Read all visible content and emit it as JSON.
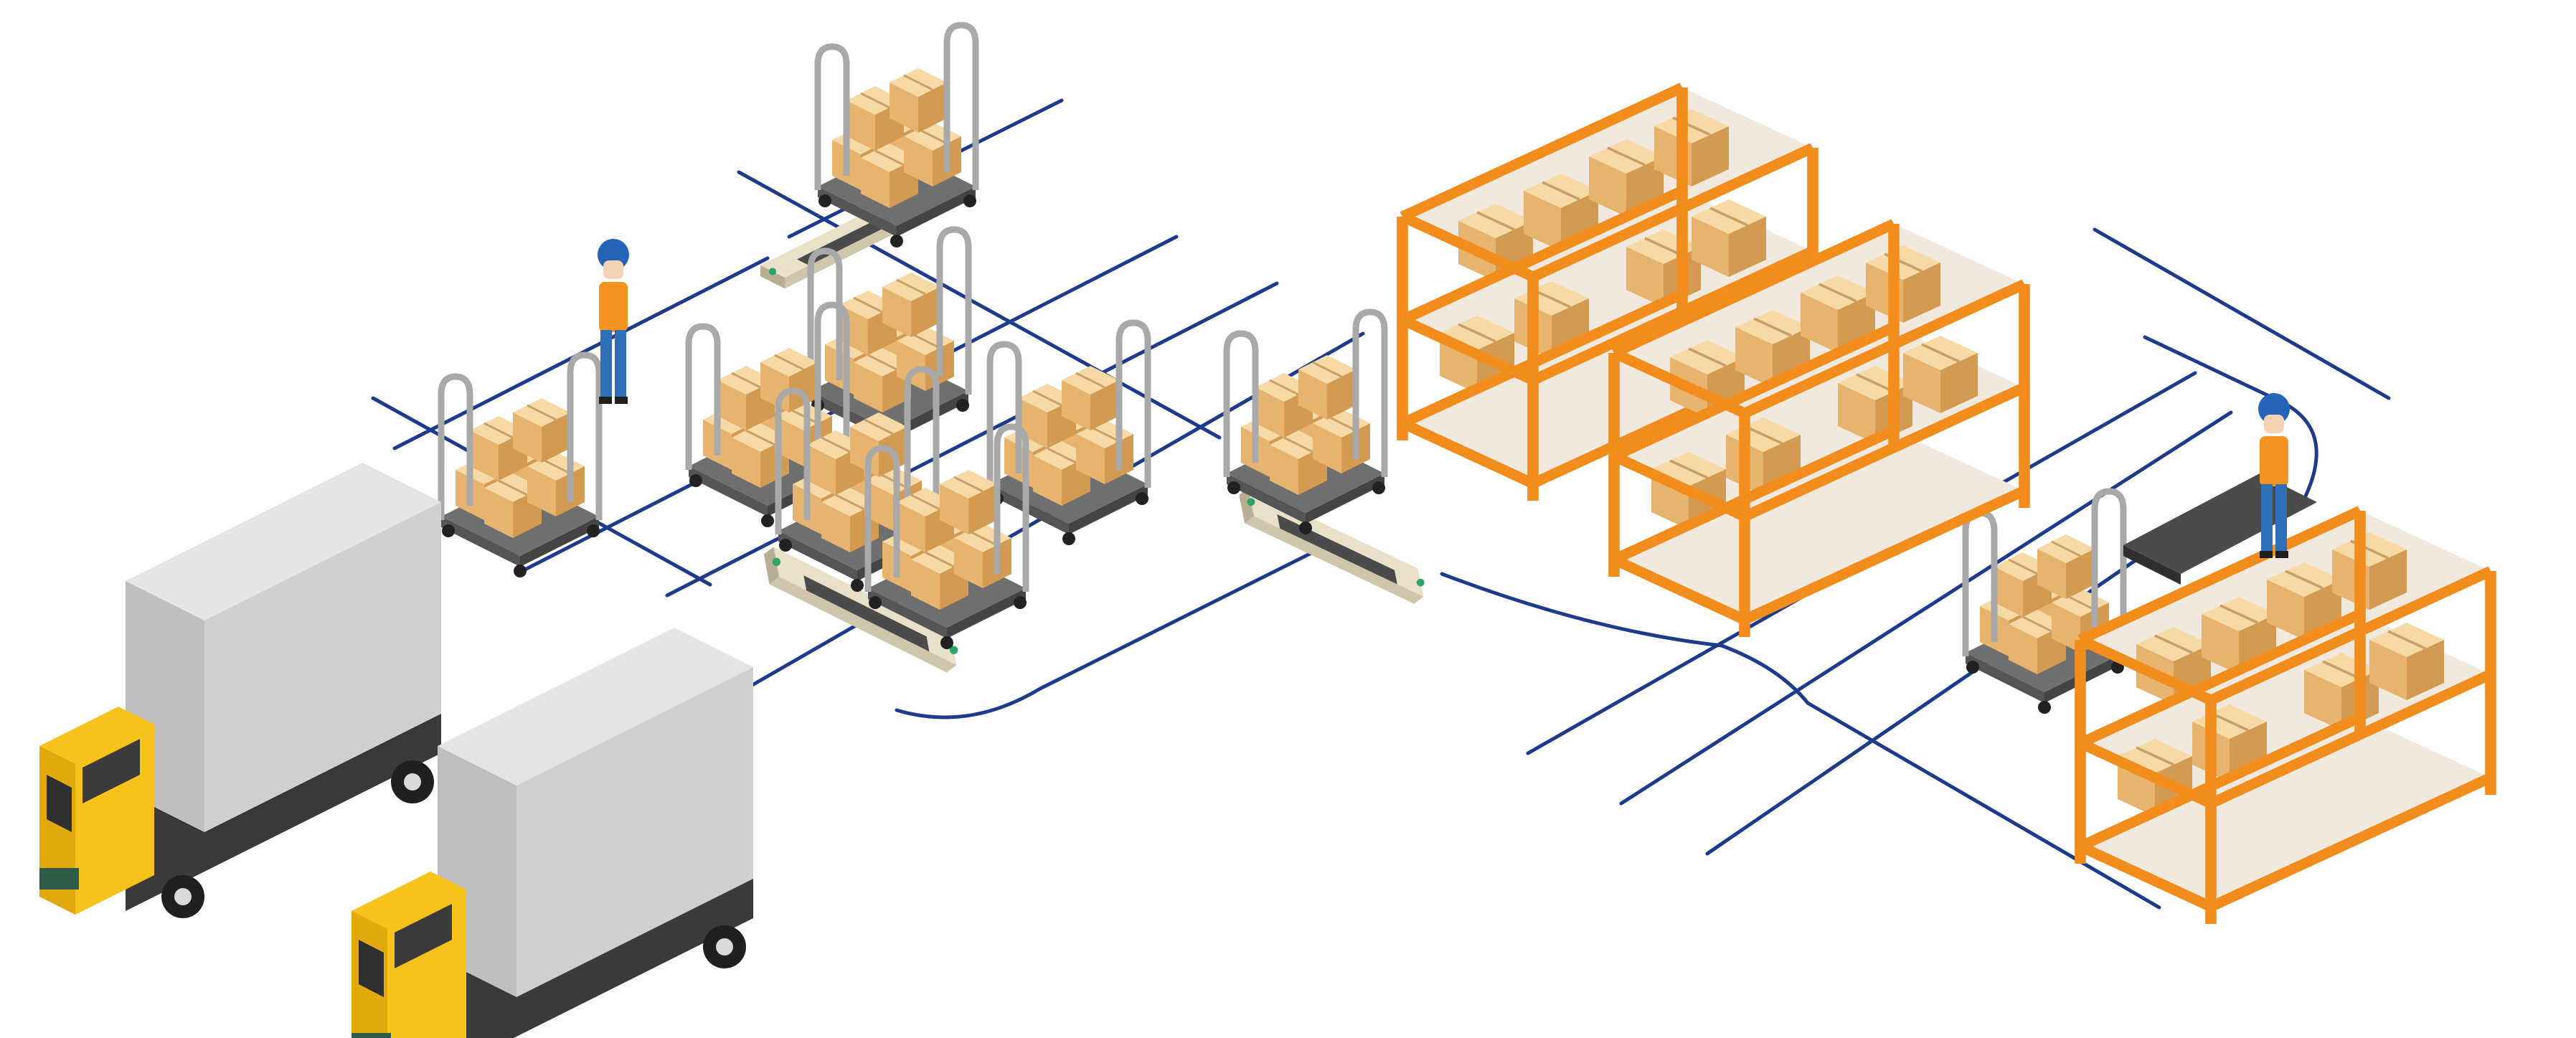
{
  "scene": {
    "kind": "isometric-warehouse-illustration",
    "background": "#ffffff",
    "text_labels": []
  },
  "colors": {
    "guide_line": "#1e3a8a",
    "box_top": "#f6d9a4",
    "box_left": "#e7b46f",
    "box_right": "#d39a52",
    "shelf_frame": "#f28c1c",
    "shelf_board": "#f1e9de",
    "cart_metal": "#a9a9a9",
    "truck_cab": "#f6c21b",
    "truck_box": "#d0d0d0",
    "truck_chassis": "#3a3a3a",
    "agv_body": "#e8e0c8",
    "worker_shirt": "#f4931f",
    "worker_pants": "#2f6fb8",
    "worker_helmet": "#2563b8"
  },
  "objects": {
    "trucks": [
      "truck-left",
      "truck-right"
    ],
    "workers": [
      "worker-pushing-cart",
      "worker-at-shelf"
    ],
    "shelves": [
      "shelf-top",
      "shelf-middle",
      "shelf-right"
    ],
    "agvs": [
      "agv-top",
      "agv-center",
      "agv-lower"
    ]
  }
}
